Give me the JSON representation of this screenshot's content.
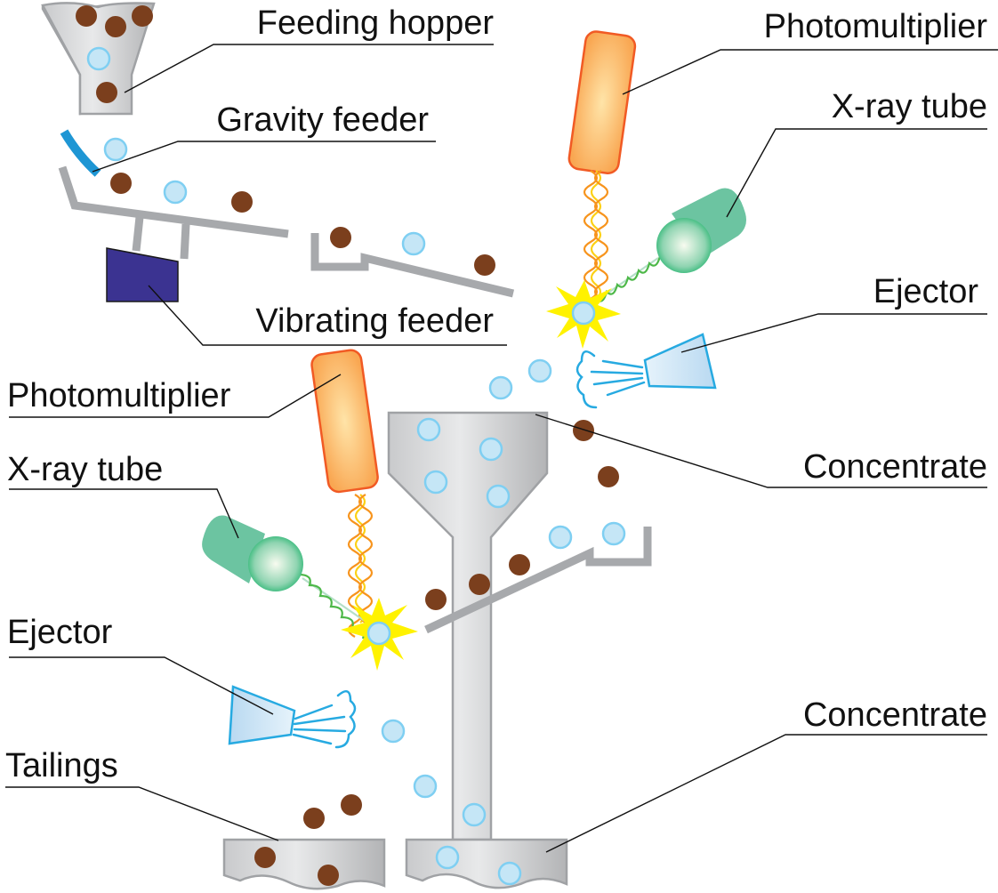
{
  "title": "X-ray transmission / luminescence ore sorting process",
  "labels": {
    "feeding_hopper": "Feeding hopper",
    "gravity_feeder": "Gravity feeder",
    "vibrating_feeder": "Vibrating feeder",
    "photomultiplier_top": "Photomultiplier",
    "xray_tube_top": "X-ray tube",
    "ejector_top": "Ejector",
    "photomultiplier_left": "Photomultiplier",
    "xray_tube_left": "X-ray tube",
    "ejector_left": "Ejector",
    "concentrate_upper": "Concentrate",
    "concentrate_lower": "Concentrate",
    "tailings": "Tailings"
  },
  "particles": {
    "ore_color": "#7b3f1d",
    "mineral_fill": "#c5e6f6",
    "mineral_stroke": "#7fcff2"
  },
  "colors": {
    "gravity_feeder": "#1e96d4",
    "vibrating_feeder": "#3b3391",
    "photomultiplier_stroke": "#f15a24",
    "xray_tube": "#6cc4a1",
    "ejector_stroke": "#27aae1",
    "spark": "#fff200",
    "tray": "#a7a9ac"
  }
}
